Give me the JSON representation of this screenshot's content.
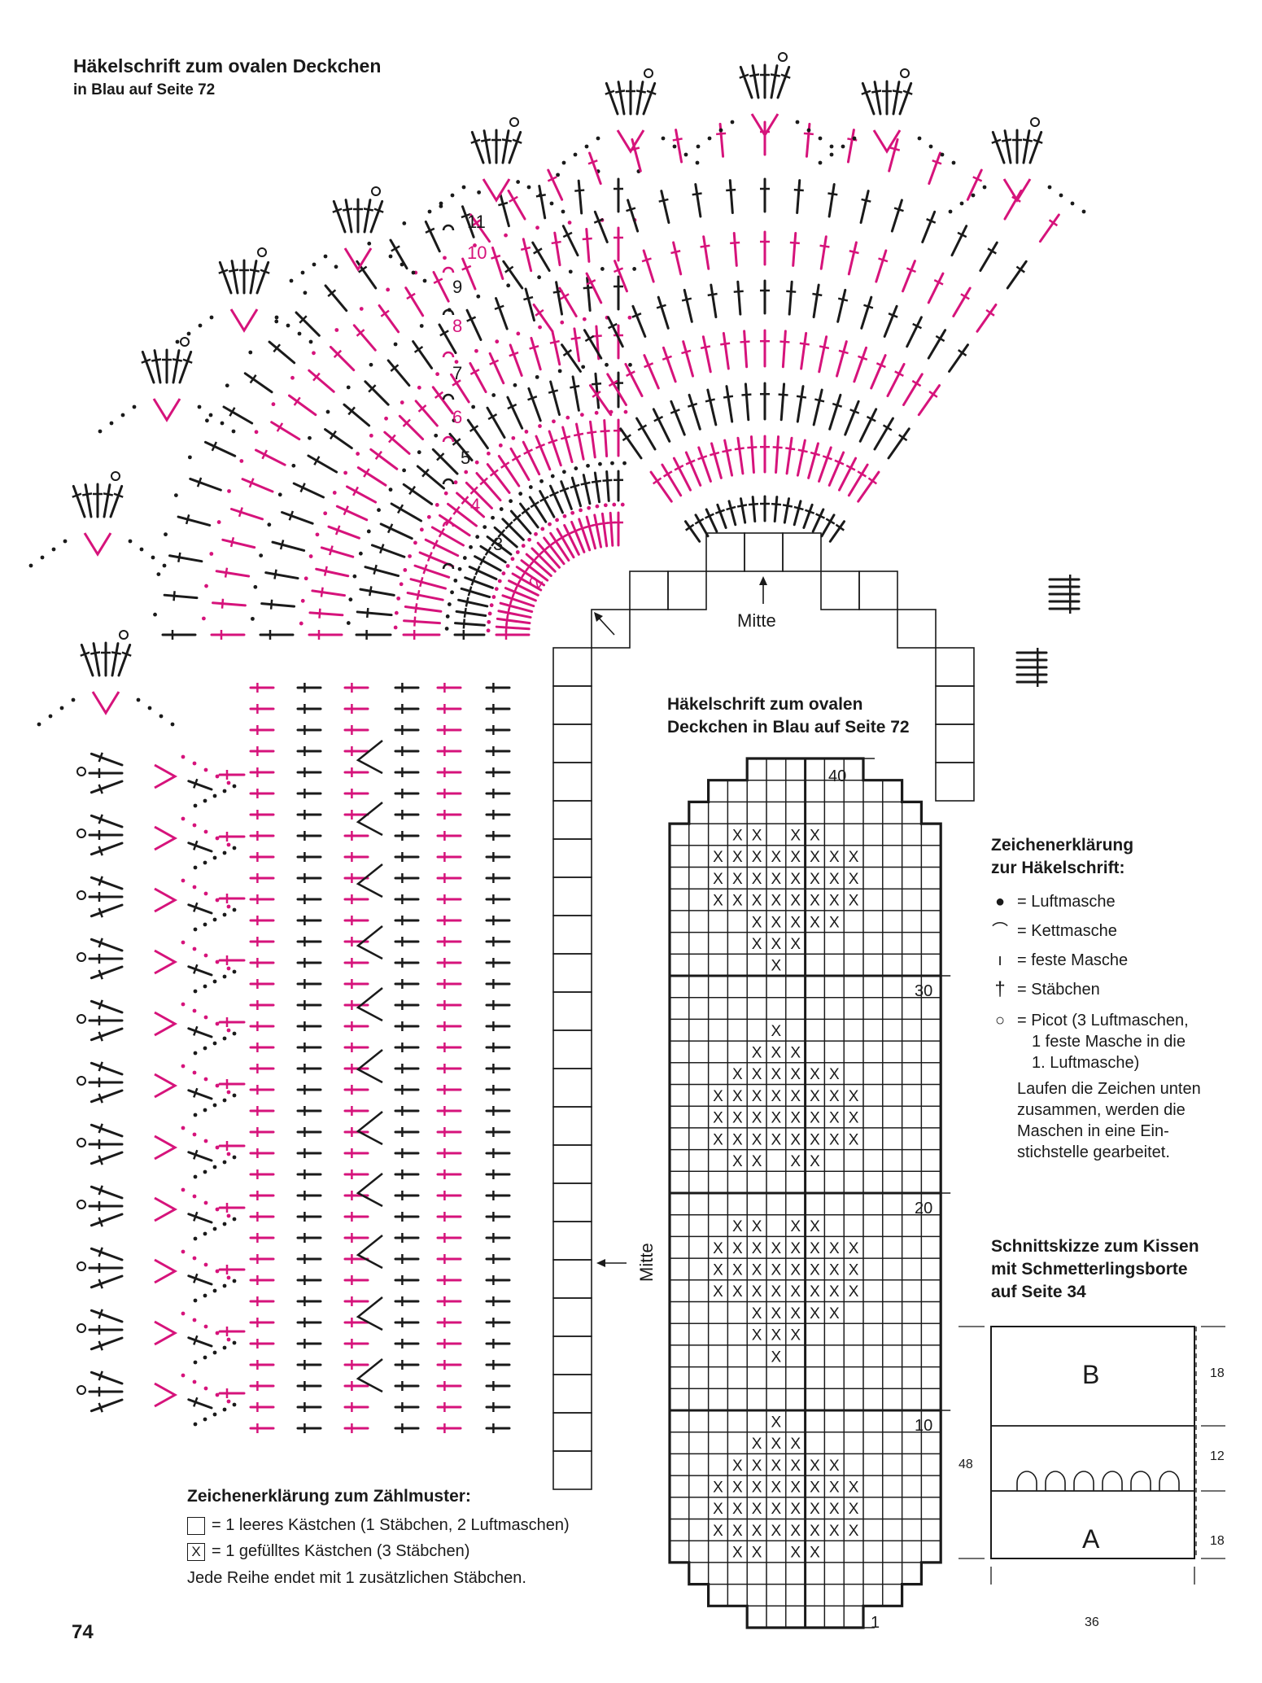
{
  "header": {
    "title": "Häkelschrift zum ovalen Deckchen",
    "subtitle": "in Blau auf Seite 72"
  },
  "colors": {
    "black": "#1a1a1a",
    "pink": "#d6137b"
  },
  "crochet_chart": {
    "round_numbers": [
      "11",
      "10",
      "9",
      "8",
      "7",
      "6",
      "5",
      "4",
      "3",
      "2"
    ],
    "center_label_top": "Mitte",
    "center_label_side": "Mitte"
  },
  "filet_chart": {
    "title_line1": "Häkelschrift zum ovalen",
    "title_line2": "Deckchen in Blau auf Seite 72",
    "row_labels": [
      "40",
      "30",
      "20",
      "10",
      "1"
    ]
  },
  "legend_crochet": {
    "heading_line1": "Zeichenerklärung",
    "heading_line2": "zur Häkelschrift:",
    "items": [
      {
        "icon": "chain-dot-icon",
        "text": "= Luftmasche"
      },
      {
        "icon": "slip-stitch-icon",
        "text": "= Kettmasche"
      },
      {
        "icon": "single-crochet-icon",
        "text": "= feste Masche"
      },
      {
        "icon": "double-crochet-icon",
        "text": "= Stäbchen"
      },
      {
        "icon": "picot-icon",
        "text": "= Picot (3 Luftmaschen,",
        "cont1": "1 feste Masche in die",
        "cont2": "1. Luftmasche)"
      }
    ],
    "note_lines": [
      "Laufen die Zeichen unten",
      "zusammen, werden die",
      "Maschen in eine Ein-",
      "stichstelle gearbeitet."
    ]
  },
  "legend_count": {
    "heading": "Zeichenerklärung zum Zählmuster:",
    "empty_text": "= 1 leeres Kästchen (1 Stäbchen, 2 Luftmaschen)",
    "filled_text": "= 1 gefülltes Kästchen (3 Stäbchen)",
    "filled_mark": "X",
    "note": "Jede Reihe endet mit 1 zusätzlichen Stäbchen."
  },
  "sketch": {
    "title_line1": "Schnittskizze zum Kissen",
    "title_line2": "mit Schmetterlingsborte",
    "title_line3": "auf Seite 34",
    "label_b": "B",
    "label_a": "A",
    "dim_height": "48",
    "dim_width": "36",
    "dim_top": "18",
    "dim_mid": "12",
    "dim_bottom": "18"
  },
  "page_number": "74"
}
